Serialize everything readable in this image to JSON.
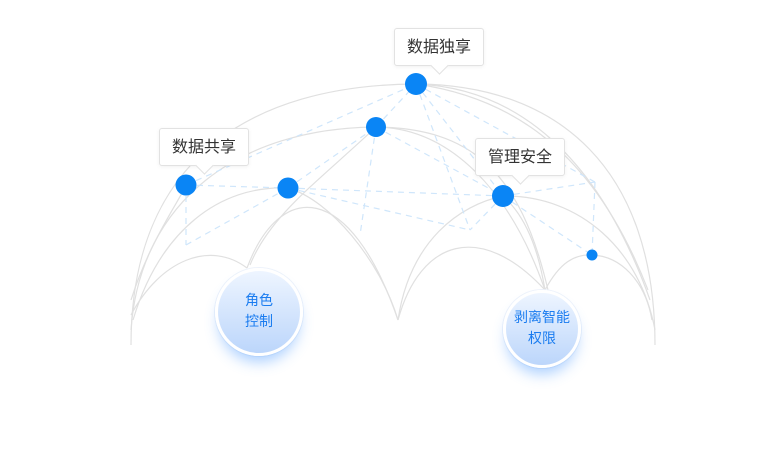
{
  "colors": {
    "node": "#0a85f5",
    "arc": "#e0e0e0",
    "dash": "#cfe6fb",
    "bubble_text": "#1a7cf0"
  },
  "labels": {
    "top": "数据独享",
    "left": "数据共享",
    "right": "管理安全"
  },
  "bubbles": {
    "left": {
      "line1": "角色",
      "line2": "控制"
    },
    "right": {
      "line1": "剥离智能",
      "line2": "权限"
    }
  },
  "icons": {
    "node": "filled-circle-icon"
  }
}
